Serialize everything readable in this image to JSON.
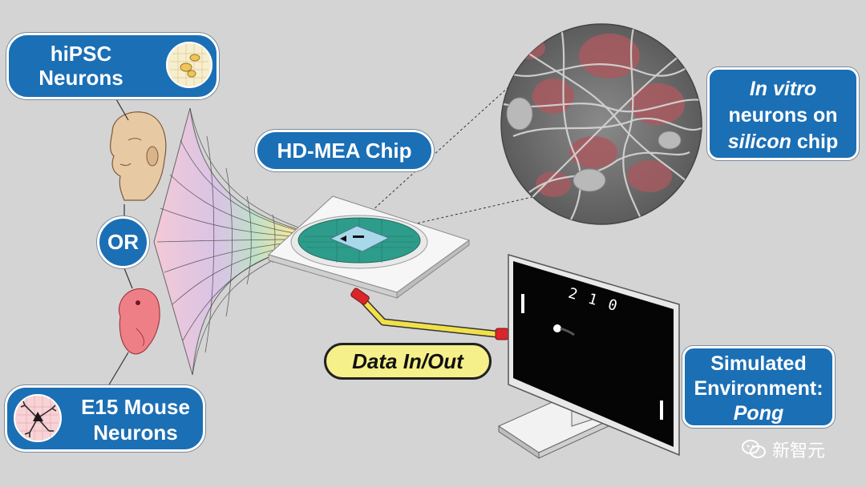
{
  "labels": {
    "hipsc_line1": "hiPSC",
    "hipsc_line2": "Neurons",
    "or": "OR",
    "mouse_line1": "E15 Mouse",
    "mouse_line2": "Neurons",
    "chip": "HD-MEA Chip",
    "vitro_line1": "In vitro",
    "vitro_line2": "neurons on",
    "vitro_line3_a": "silicon",
    "vitro_line3_b": " chip",
    "data_io": "Data In/Out",
    "sim_line1": "Simulated",
    "sim_line2": "Environment:",
    "sim_line3": "Pong",
    "pong_score": "2 1 0",
    "watermark": "新智元"
  },
  "icons": [
    "neuron-cells-icon",
    "human-head-icon",
    "mouse-embryo-icon",
    "mouse-neuron-icon",
    "funnel-grid-icon",
    "mea-chip-icon",
    "sem-micrograph-image",
    "cable-icon",
    "pong-monitor-icon",
    "wechat-icon"
  ],
  "colors": {
    "badge_blue": "#1b6fb5",
    "badge_border": "#ffffff",
    "data_badge_fill": "#f6f08a",
    "cable_yellow": "#f2e04a",
    "cable_red": "#d8262a",
    "chip_teal": "#2e9c8a",
    "background": "#d4d4d4"
  }
}
